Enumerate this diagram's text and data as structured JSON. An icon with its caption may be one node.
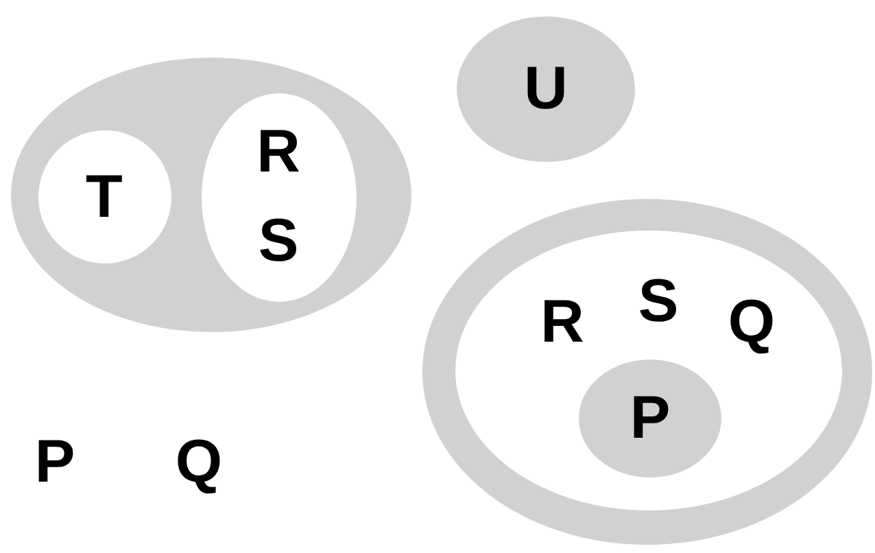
{
  "diagram": {
    "nodes": [
      {
        "text": [],
        "shape": "circle"
      },
      {
        "text": [
          "T"
        ],
        "in": 0
      },
      {
        "text": [
          "R",
          "S"
        ],
        "in": 0
      },
      {
        "text": [
          "U"
        ]
      },
      {
        "text": [],
        "shape": "circle"
      },
      {
        "text": [
          "R",
          "S",
          "Q"
        ],
        "in": 4
      },
      {
        "text": [
          "P"
        ],
        "in": 5
      }
    ],
    "labels": [
      "P",
      "Q"
    ]
  }
}
